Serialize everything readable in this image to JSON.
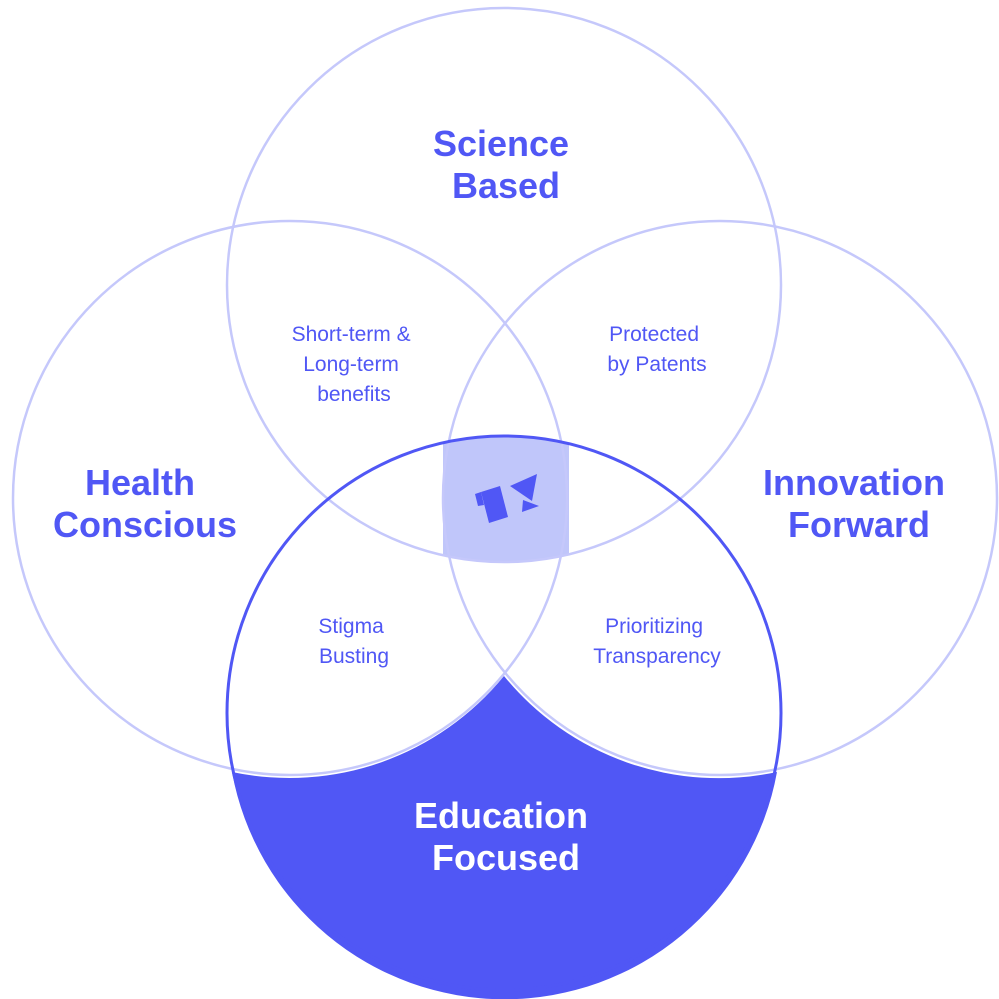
{
  "colors": {
    "accent": "#5057f5",
    "light_outline": "#c5c8fb",
    "center_fill": "#c0c6fa",
    "background": "#ffffff"
  },
  "circles": [
    {
      "name": "Science Based",
      "lines": [
        "Science",
        "Based"
      ]
    },
    {
      "name": "Health Conscious",
      "lines": [
        "Health",
        "Conscious"
      ]
    },
    {
      "name": "Innovation Forward",
      "lines": [
        "Innovation",
        "Forward"
      ]
    },
    {
      "name": "Education Focused",
      "lines": [
        "Education",
        "Focused"
      ]
    }
  ],
  "overlaps": [
    {
      "name": "Short-term & Long-term benefits",
      "lines": [
        "Short-term &",
        "Long-term",
        "benefits"
      ]
    },
    {
      "name": "Protected by Patents",
      "lines": [
        "Protected",
        "by Patents"
      ]
    },
    {
      "name": "Stigma Busting",
      "lines": [
        "Stigma",
        "Busting"
      ]
    },
    {
      "name": "Prioritizing Transparency",
      "lines": [
        "Prioritizing",
        "Transparency"
      ]
    }
  ],
  "center": {
    "icon": "brand-logo-icon"
  }
}
